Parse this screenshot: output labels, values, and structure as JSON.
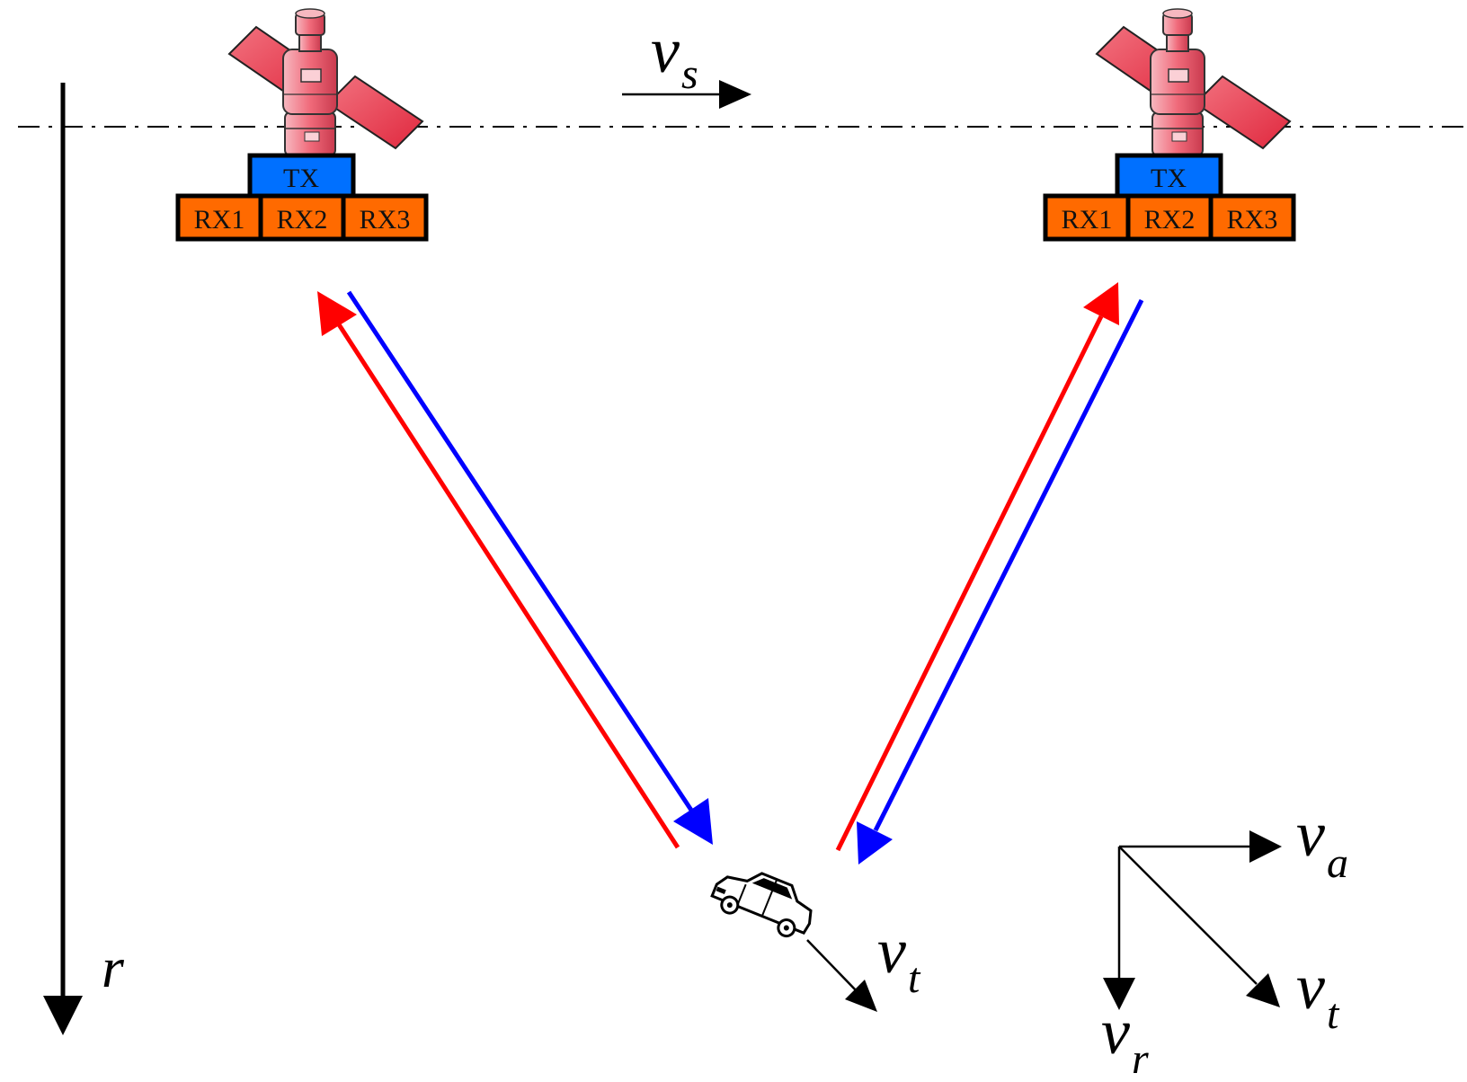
{
  "colors": {
    "uplink": "#ff0000",
    "downlink": "#0000ff",
    "tx_box": "#0070ff",
    "rx_box": "#ff6a00",
    "satellite_body": "#f06a7a",
    "satellite_panel": "#ee3b4e",
    "ink": "#000000"
  },
  "satellites": [
    {
      "tx_label": "TX",
      "rx_labels": [
        "RX1",
        "RX2",
        "RX3"
      ]
    },
    {
      "tx_label": "TX",
      "rx_labels": [
        "RX1",
        "RX2",
        "RX3"
      ]
    }
  ],
  "labels": {
    "satellite_velocity": {
      "symbol": "v",
      "subscript": "s"
    },
    "range_axis": "r",
    "target_velocity": {
      "symbol": "v",
      "subscript": "t"
    },
    "decomposition": {
      "azimuth": {
        "symbol": "v",
        "subscript": "a"
      },
      "radial": {
        "symbol": "v",
        "subscript": "r"
      },
      "total": {
        "symbol": "v",
        "subscript": "t"
      }
    }
  },
  "icons": [
    "satellite-icon",
    "car-icon"
  ]
}
